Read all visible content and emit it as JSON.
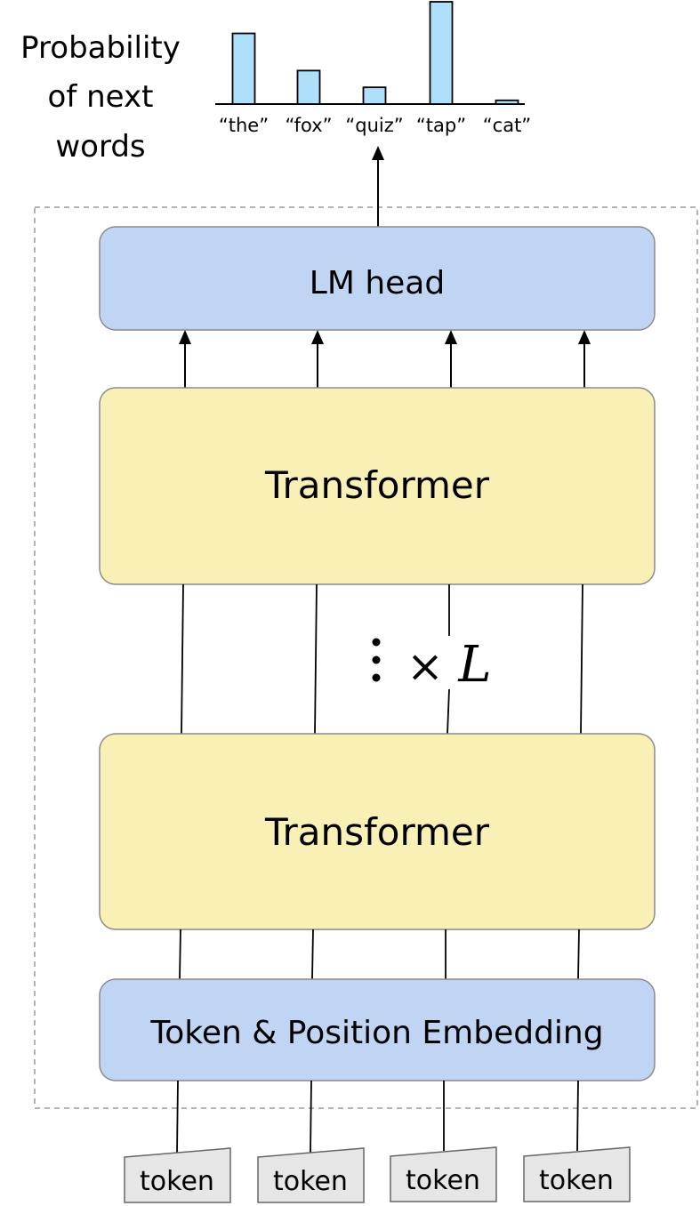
{
  "probability_label": [
    "Probability",
    "of next",
    "words"
  ],
  "chart_data": {
    "type": "bar",
    "categories": [
      "“the”",
      "“fox”",
      "“quiz”",
      "“tap”",
      "“cat”"
    ],
    "values": [
      0.38,
      0.18,
      0.09,
      0.55,
      0.02
    ],
    "ylim": [
      0,
      0.55
    ],
    "grid": false,
    "bar_color": "#aee0fb"
  },
  "blocks": {
    "lm_head": "LM head",
    "transformer_top": "Transformer",
    "transformer_bottom": "Transformer",
    "embedding": "Token & Position Embedding"
  },
  "repeat": {
    "dots": "⋮",
    "times": "×",
    "layers_symbol": "L"
  },
  "tokens": [
    "token",
    "token",
    "token",
    "token"
  ],
  "colors": {
    "blue_block": "#c0d5f4",
    "yellow_block": "#f8f0b4",
    "token_fill": "#e6e6e6",
    "dashed_border": "#9a9a9a"
  }
}
